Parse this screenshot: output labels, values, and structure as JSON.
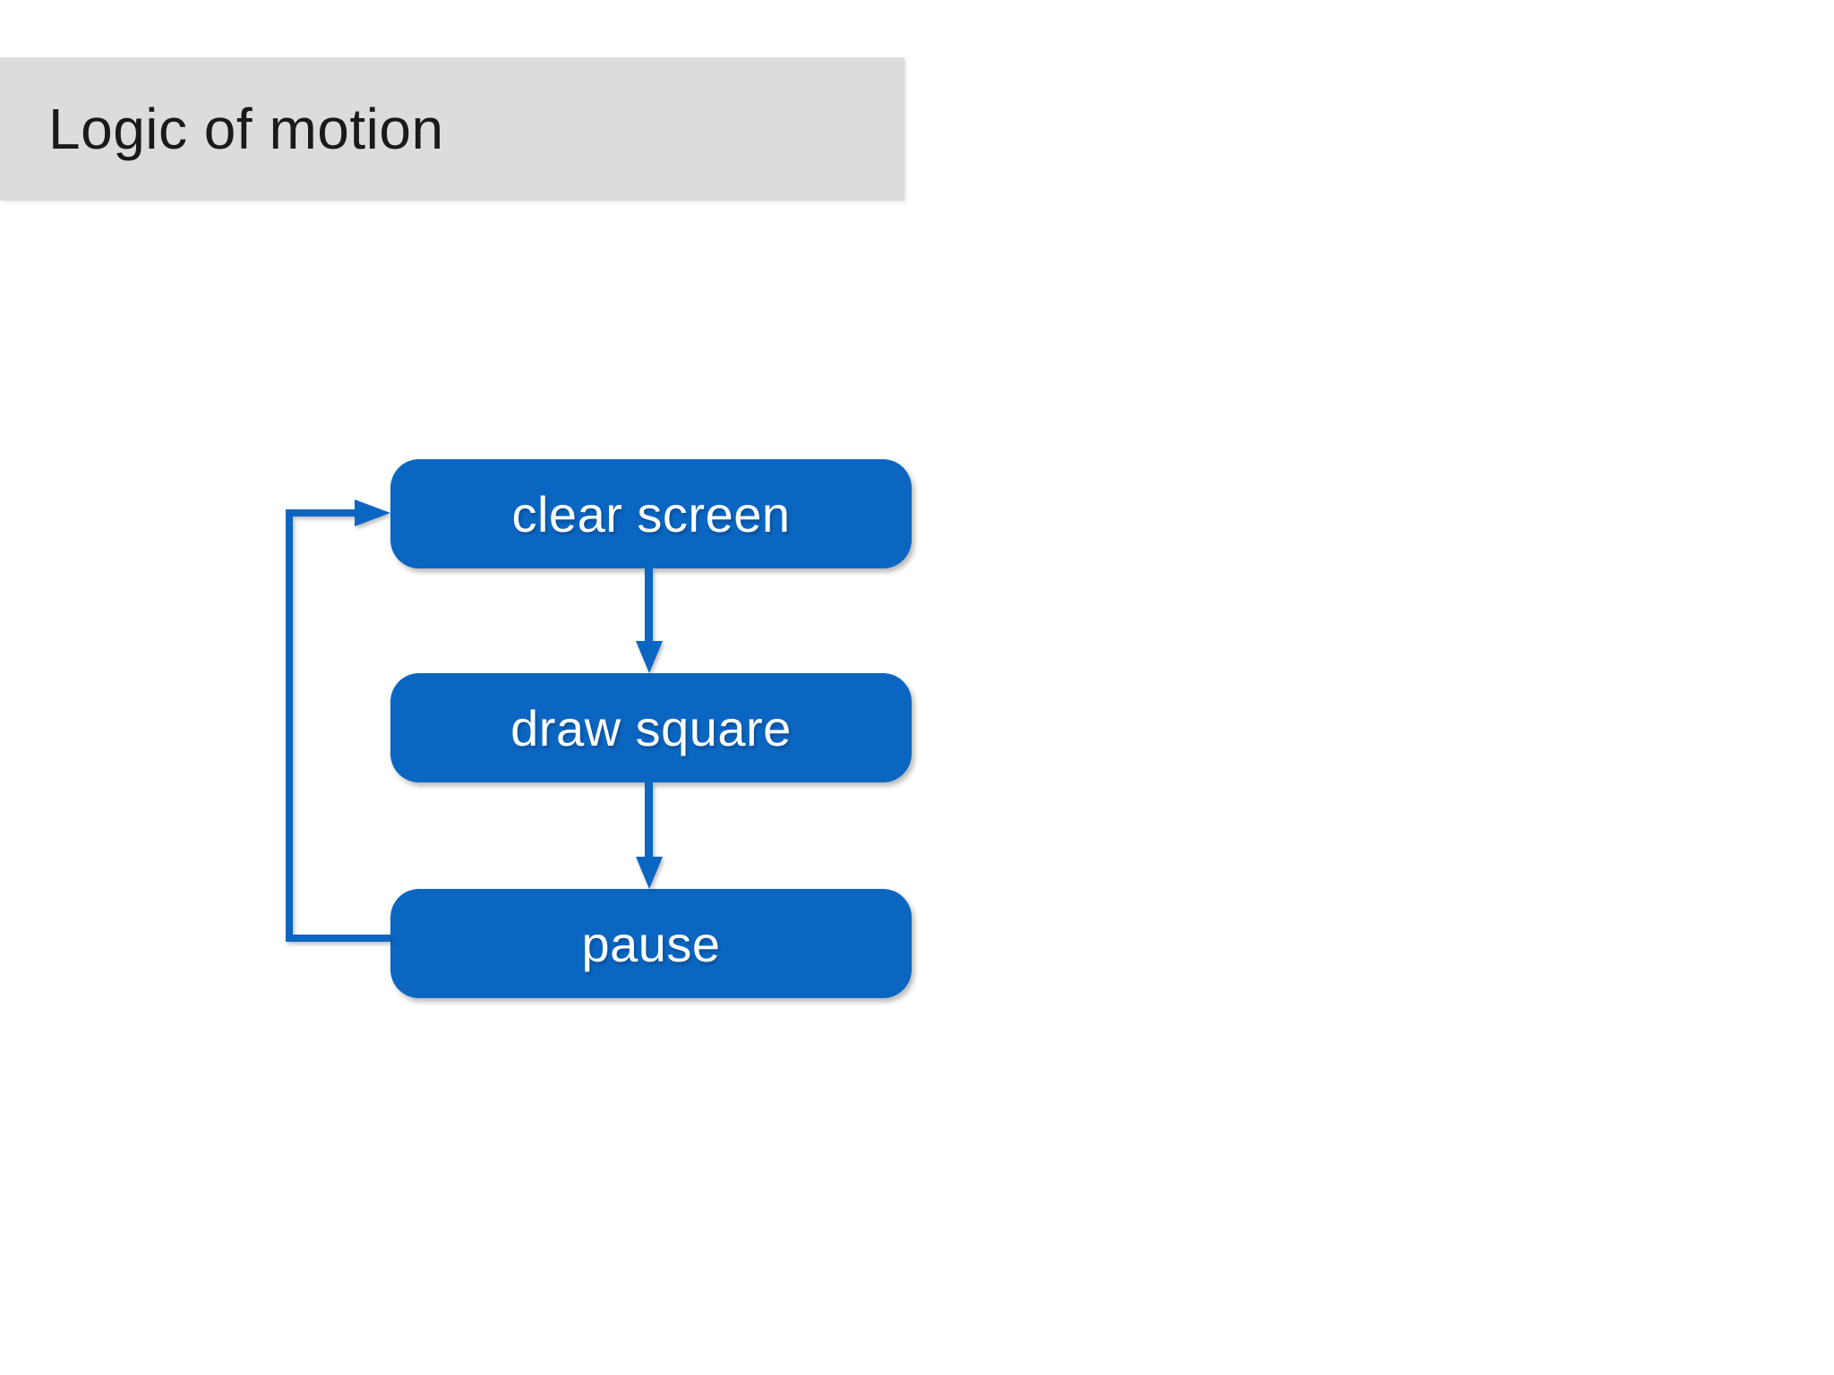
{
  "slide": {
    "title_bar": {
      "title": "Logic of motion"
    },
    "colors": {
      "page_bg": "#ffffff",
      "title_bar_bg": "#dcdcdc",
      "title_text": "#1a1a1a",
      "accent_blue": "#0b66c2",
      "node_text": "#ffffff"
    },
    "diagram": {
      "type": "flowchart",
      "nodes": [
        {
          "id": "clear-screen",
          "label": "clear screen"
        },
        {
          "id": "draw-square",
          "label": "draw square"
        },
        {
          "id": "pause",
          "label": "pause"
        }
      ],
      "edges": [
        {
          "from": "clear-screen",
          "to": "draw-square",
          "style": "arrow-down"
        },
        {
          "from": "draw-square",
          "to": "pause",
          "style": "arrow-down"
        },
        {
          "from": "pause",
          "to": "clear-screen",
          "style": "loop-back-left"
        }
      ]
    }
  }
}
